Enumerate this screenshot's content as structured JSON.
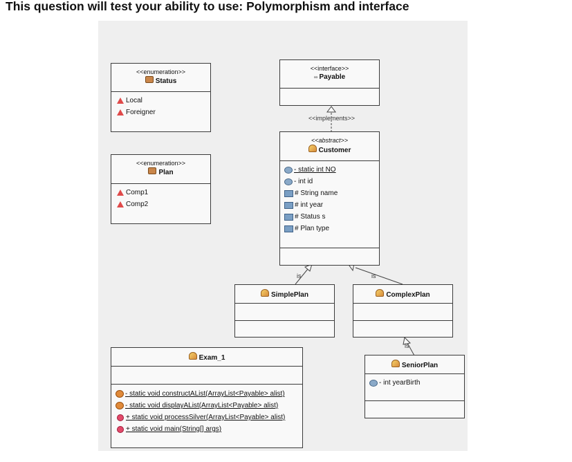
{
  "heading": "This question will test your ability to use:  Polymorphism and interface",
  "classes": {
    "status": {
      "stereotype": "<<enumeration>>",
      "name": "Status",
      "items": [
        "Local",
        "Foreigner"
      ]
    },
    "plan": {
      "stereotype": "<<enumeration>>",
      "name": "Plan",
      "items": [
        "Comp1",
        "Comp2"
      ]
    },
    "payable": {
      "stereotype": "<<interface>>",
      "name": "Payable"
    },
    "customer": {
      "stereotype": "<<abstract>>",
      "name": "Customer",
      "fields": [
        "- static int NO",
        "- int id",
        "# String name",
        "# int year",
        "# Status s",
        "# Plan type"
      ]
    },
    "simple_plan": {
      "name": "SimplePlan"
    },
    "complex_plan": {
      "name": "ComplexPlan"
    },
    "senior_plan": {
      "name": "SeniorPlan",
      "fields": [
        "- int yearBirth"
      ]
    },
    "exam": {
      "name": "Exam_1",
      "methods": [
        "- static void constructAList(ArrayList<Payable> alist)",
        "- static void displayAList(ArrayList<Payable> alist)",
        "+ static void processSilver(ArrayList<Payable> alist)",
        "+ static void main(String[] args)"
      ]
    }
  },
  "relations": {
    "implements_label": "<<implements>>",
    "is_label": "is"
  },
  "icons": [
    "package-icon",
    "interface-icon",
    "class-icon",
    "enum-constant-icon",
    "static-field-icon",
    "protected-field-icon",
    "static-method-icon",
    "public-method-icon"
  ]
}
